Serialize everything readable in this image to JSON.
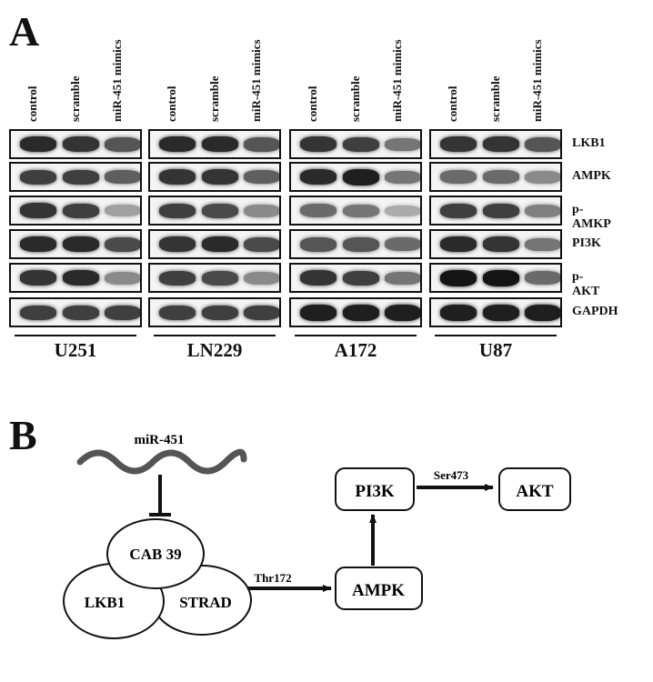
{
  "panels": {
    "a_label": "A",
    "b_label": "B"
  },
  "blot": {
    "lane_labels": [
      "control",
      "scramble",
      "miR-451 mimics"
    ],
    "proteins": [
      "LKB1",
      "AMPK",
      "p-AMKP",
      "PI3K",
      "p-AKT",
      "GAPDH"
    ],
    "cell_lines": [
      "U251",
      "LN229",
      "A172",
      "U87"
    ],
    "band_intensity": [
      [
        [
          0.9,
          0.85,
          0.7
        ],
        [
          0.9,
          0.9,
          0.7
        ],
        [
          0.85,
          0.8,
          0.55
        ],
        [
          0.85,
          0.85,
          0.7
        ]
      ],
      [
        [
          0.8,
          0.8,
          0.65
        ],
        [
          0.85,
          0.85,
          0.65
        ],
        [
          0.9,
          0.95,
          0.55
        ],
        [
          0.6,
          0.6,
          0.45
        ]
      ],
      [
        [
          0.85,
          0.8,
          0.35
        ],
        [
          0.8,
          0.75,
          0.45
        ],
        [
          0.6,
          0.55,
          0.3
        ],
        [
          0.8,
          0.8,
          0.5
        ]
      ],
      [
        [
          0.9,
          0.9,
          0.75
        ],
        [
          0.85,
          0.9,
          0.75
        ],
        [
          0.7,
          0.7,
          0.6
        ],
        [
          0.9,
          0.85,
          0.55
        ]
      ],
      [
        [
          0.85,
          0.9,
          0.45
        ],
        [
          0.8,
          0.75,
          0.45
        ],
        [
          0.85,
          0.8,
          0.55
        ],
        [
          1.0,
          1.0,
          0.6
        ]
      ],
      [
        [
          0.8,
          0.8,
          0.8
        ],
        [
          0.8,
          0.8,
          0.8
        ],
        [
          0.95,
          0.95,
          0.95
        ],
        [
          0.95,
          0.95,
          0.95
        ]
      ]
    ]
  },
  "pathway": {
    "mirna": "miR-451",
    "cab39": "CAB 39",
    "lkb1": "LKB1",
    "strad": "STRAD",
    "ampk": "AMPK",
    "pi3k": "PI3K",
    "akt": "AKT",
    "thr172": "Thr172",
    "ser473": "Ser473"
  }
}
